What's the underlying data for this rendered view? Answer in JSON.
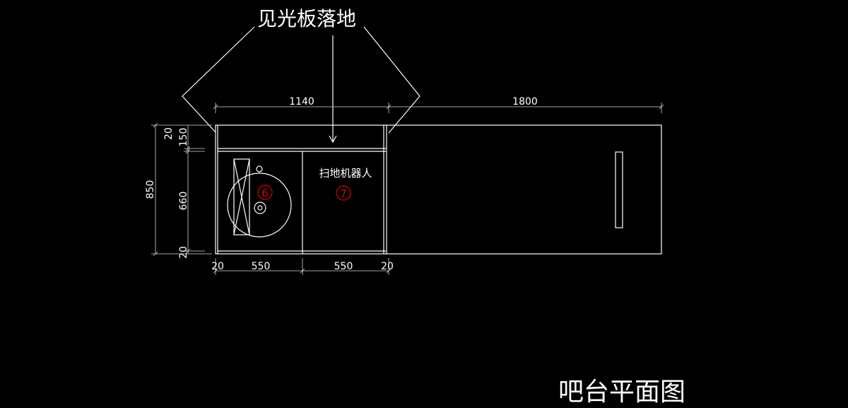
{
  "drawing": {
    "title": "吧台平面图",
    "callout_label": "见光板落地",
    "robot_label": "扫地机器人",
    "tags": {
      "sink": "6",
      "robot": "7"
    },
    "dimensions": {
      "top_left_width": "1140",
      "top_right_width": "1800",
      "total_height": "850",
      "top_panel": "150",
      "top_edge": "20",
      "cabinet_height": "660",
      "bottom_edge": "20",
      "bottom_left_edge": "20",
      "bottom_left_width": "550",
      "bottom_right_width": "550",
      "bottom_right_edge": "20"
    },
    "colors": {
      "background": "#000000",
      "lines": "#ffffff",
      "tag": "#e00000"
    }
  }
}
